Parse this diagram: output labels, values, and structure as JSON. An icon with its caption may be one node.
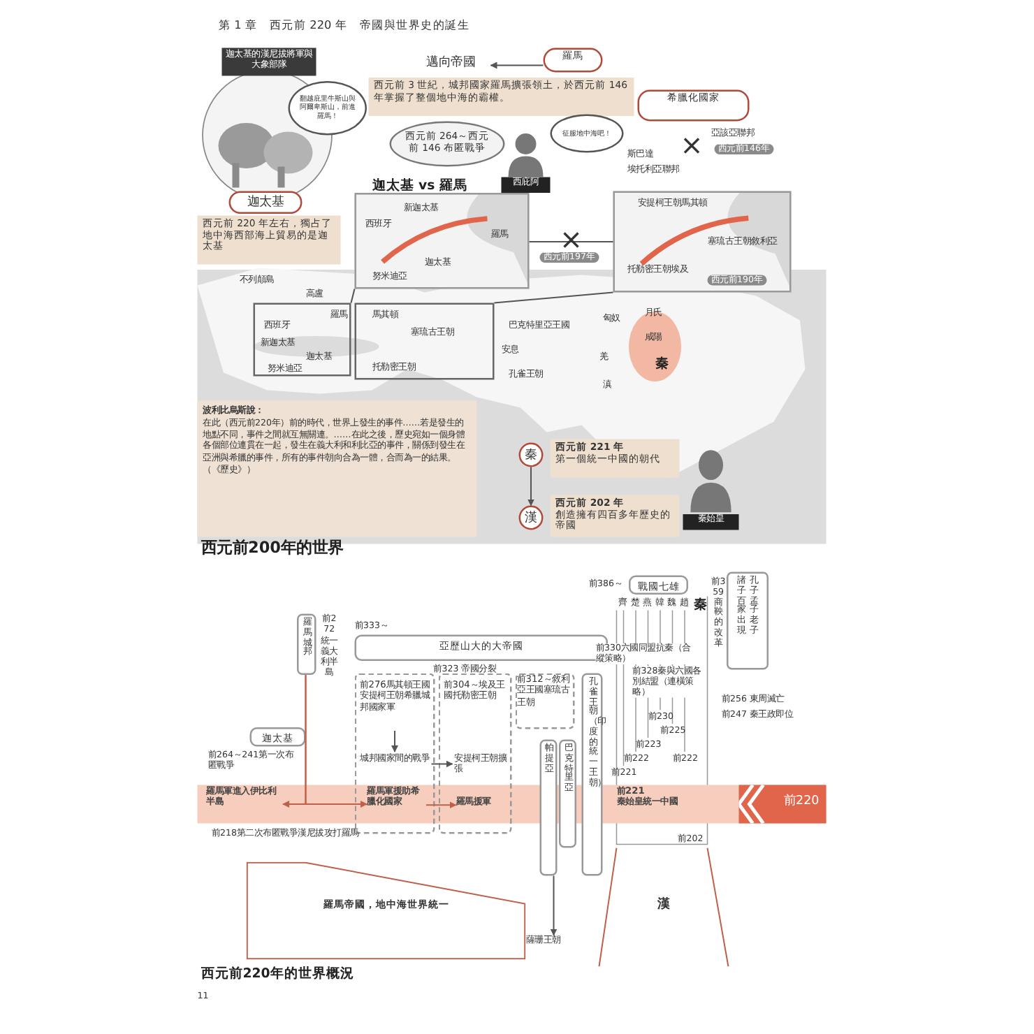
{
  "diagram": {
    "title": "第 1 章　西元前 220 年　帝國與世界史的誕生",
    "nodes": [
      {
        "text": [
          "迦太基的漢尼拔將軍與大象部隊"
        ]
      },
      {
        "text": [
          "翻越庇里牛斯山與阿爾卑斯山，前進羅馬！"
        ]
      },
      {
        "text": [
          "迦太基"
        ]
      },
      {
        "text": [
          "西元前 220 年左右，獨占了地中海西部海上貿易的是迦太基"
        ]
      },
      {
        "text": [
          "邁向帝國"
        ]
      },
      {
        "text": [
          "羅馬"
        ]
      },
      {
        "text": [
          "西元前 3 世紀，城邦國家羅馬擴張領土，於西元前 146 年掌握了整個地中海的霸權。"
        ]
      },
      {
        "text": [
          "西元前 264～西元前 146 布匿戰爭"
        ]
      },
      {
        "text": [
          "征服地中海吧！"
        ]
      },
      {
        "text": [],
        "shape": "person",
        "beside": [
          "西庇阿"
        ]
      },
      {
        "text": [],
        "shape": "picture"
      },
      {
        "text": [
          "希臘化國家"
        ]
      },
      {
        "text": [],
        "shape": "picture"
      },
      {
        "text": [],
        "shape": "box"
      },
      {
        "text": [],
        "shape": "box"
      },
      {
        "text": [
          "波利比烏斯說：",
          "在此（西元前220年）前的時代，世界上發生的事件……若是發生的地點不同，事件之間就互無關連。……在此之後，歷史宛如一個身體各個部位連貫在一起，發生在義大利和利比亞的事件，關係到發生在亞洲與希臘的事件，所有的事件朝向合為一體，合而為一的結果。（《歷史》）"
        ]
      },
      {
        "text": [
          "秦"
        ]
      },
      {
        "text": [
          "漢"
        ]
      },
      {
        "text": [
          "西元前 221 年",
          "第一個統一中國的朝代"
        ]
      },
      {
        "text": [
          "西元前 202 年",
          "創造擁有四百多年歷史的帝國"
        ]
      },
      {
        "text": [],
        "shape": "person",
        "beside": [
          "秦始皇"
        ]
      },
      {
        "text": [
          "羅馬城邦"
        ],
        "beside": [
          "前272統一義大利半島"
        ]
      },
      {
        "text": [
          "迦太基"
        ],
        "beside": [
          "前264～241第一次布匿戰爭"
        ]
      },
      {
        "text": [],
        "shape": "bar"
      },
      {
        "text": [
          "羅馬軍進入伊比利半島"
        ],
        "in": 23
      },
      {
        "text": [
          "羅馬軍援助希臘化國家"
        ]
      },
      {
        "text": [
          "羅馬援軍"
        ]
      },
      {
        "text": [
          "前221",
          "秦始皇統一中國"
        ],
        "in": 23
      },
      {
        "text": [
          "前220"
        ],
        "in": 23
      },
      {
        "text": [
          "亞歷山大的大帝國"
        ],
        "beside": [
          "前333～"
        ]
      },
      {
        "text": [],
        "shape": "box"
      },
      {
        "text": [
          "前276馬其頓王國安提柯王朝希臘城邦國家軍"
        ],
        "in": 30
      },
      {
        "text": [
          "城邦國家間的戰爭"
        ],
        "in": 30
      },
      {
        "text": [],
        "shape": "box"
      },
      {
        "text": [
          "前304～埃及王國托勒密王朝"
        ],
        "in": 33
      },
      {
        "text": [
          "安提柯王朝擴張"
        ],
        "in": 33
      },
      {
        "text": [
          "前312～敘利亞王國塞琉古王朝"
        ]
      },
      {
        "text": [
          "帕提亞"
        ]
      },
      {
        "text": [
          "巴克特里亞"
        ]
      },
      {
        "text": [
          "孔雀王朝（印度的統一王朝）"
        ]
      },
      {
        "text": [
          "薩珊王朝"
        ]
      },
      {
        "text": [
          "羅馬帝國，地中海世界統一"
        ]
      },
      {
        "text": [
          "戰國七雄"
        ],
        "beside": [
          "前386～"
        ]
      },
      {
        "text": [
          "諸子百家出現",
          "孔子孟子老子"
        ]
      },
      {
        "text": [
          "漢"
        ]
      }
    ],
    "edges": [
      {
        "from": 5,
        "to": 4,
        "arrow": "to"
      },
      {
        "from": 10,
        "to": 12,
        "arrow": "none"
      },
      {
        "from": 10,
        "to": 13,
        "arrow": "none"
      },
      {
        "from": 12,
        "to": 14,
        "arrow": "none"
      },
      {
        "from": 16,
        "to": 17,
        "arrow": "to"
      },
      {
        "from": 21,
        "to": 24,
        "arrow": "to",
        "color": "#c0604a"
      },
      {
        "from": 21,
        "to": 25,
        "arrow": "to",
        "color": "#c0604a"
      },
      {
        "from": 25,
        "to": 26,
        "arrow": "to",
        "color": "#c0604a"
      },
      {
        "from": 31,
        "to": 32,
        "arrow": "to"
      },
      {
        "from": 32,
        "to": 35,
        "arrow": "to"
      },
      {
        "from": 37,
        "to": 40,
        "arrow": "to"
      }
    ],
    "labels": [
      "迦太基 vs 羅馬",
      "西班牙",
      "新迦太基",
      "羅馬",
      "迦太基",
      "努米迪亞",
      "西元前197年",
      "斯巴達",
      "埃托利亞聯邦",
      "亞該亞聯邦",
      "西元前146年",
      "安提柯王朝馬其頓",
      "塞琉古王朝敘利亞",
      "托勒密王朝埃及",
      "西元前190年",
      "不列顛島",
      "高盧",
      "羅馬",
      "西班牙",
      "新迦太基",
      "迦太基",
      "努米迪亞",
      "馬其頓",
      "塞琉古王朝",
      "托勒密王朝",
      "巴克特里亞王國",
      "安息",
      "孔雀王朝",
      "匈奴",
      "月氏",
      "咸陽",
      "秦",
      "羌",
      "滇",
      "西元前200年的世界",
      "前323 帝國分裂",
      "齊",
      "楚",
      "燕",
      "韓",
      "魏",
      "趙",
      "秦",
      "前359商鞅的改革",
      "前330六國同盟抗秦（合縱策略）",
      "前328秦與六國各別結盟（連橫策略）",
      "前256 東周滅亡",
      "前247 秦王政即位",
      "前230",
      "前225",
      "前223",
      "前222",
      "前221",
      "前222",
      "前202",
      "西元前220年的世界概況",
      "11",
      "前218第二次布匿戰爭漢尼拔攻打羅馬"
    ]
  }
}
